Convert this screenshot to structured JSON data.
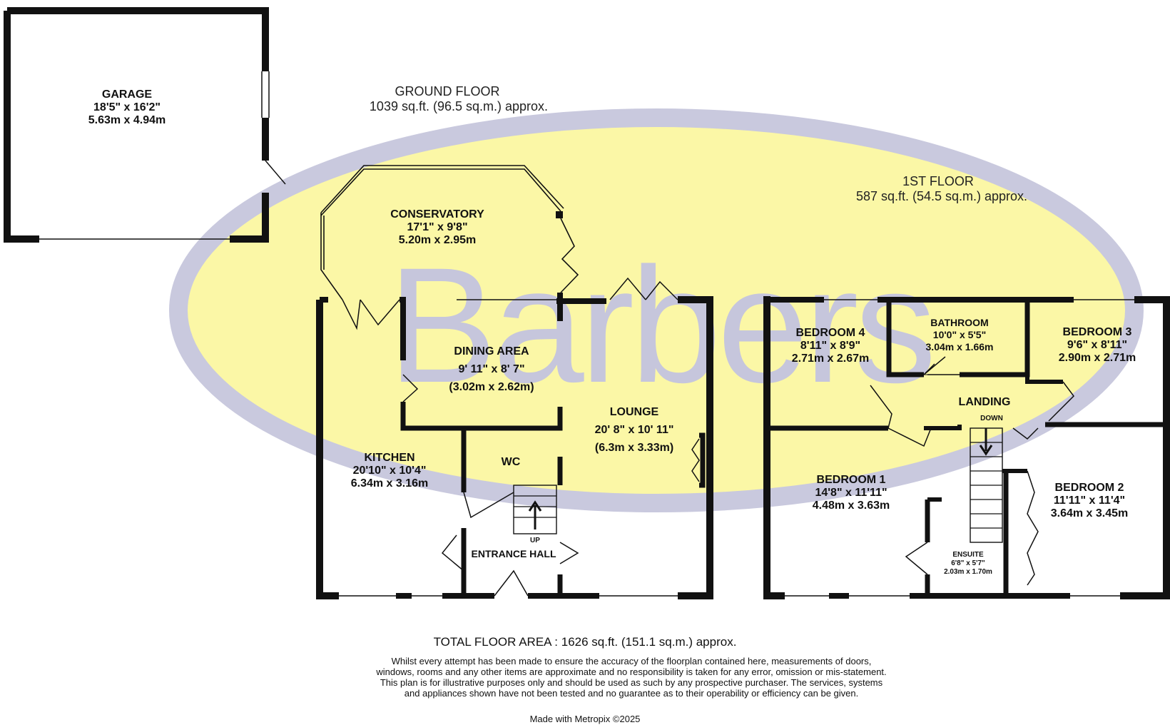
{
  "watermark": {
    "text": "Barbers",
    "ellipse_fill": "#fbf7a6",
    "ring_color": "#c9c9de",
    "text_color": "#c6c6dc"
  },
  "ground_floor": {
    "title": "GROUND FLOOR",
    "area": "1039 sq.ft. (96.5 sq.m.) approx.",
    "rooms": {
      "garage": {
        "name": "GARAGE",
        "imperial": "18'5\"  x 16'2\"",
        "metric": "5.63m  x 4.94m"
      },
      "conservatory": {
        "name": "CONSERVATORY",
        "imperial": "17'1\"  x 9'8\"",
        "metric": "5.20m  x 2.95m"
      },
      "dining": {
        "name": "DINING AREA",
        "imperial": "9' 11\" x 8' 7\"",
        "metric": "(3.02m x 2.62m)"
      },
      "lounge": {
        "name": "LOUNGE",
        "imperial": "20' 8\" x 10' 11\"",
        "metric": "(6.3m x 3.33m)"
      },
      "kitchen": {
        "name": "KITCHEN",
        "imperial": "20'10\"  x 10'4\"",
        "metric": "6.34m  x 3.16m"
      },
      "wc": {
        "name": "WC"
      },
      "hall": {
        "name": "ENTRANCE HALL",
        "stair_label": "UP"
      }
    }
  },
  "first_floor": {
    "title": "1ST FLOOR",
    "area": "587 sq.ft. (54.5 sq.m.) approx.",
    "rooms": {
      "bedroom4": {
        "name": "BEDROOM 4",
        "imperial": "8'11\"  x 8'9\"",
        "metric": "2.71m  x 2.67m"
      },
      "bathroom": {
        "name": "BATHROOM",
        "imperial": "10'0\"  x 5'5\"",
        "metric": "3.04m  x 1.66m"
      },
      "bedroom3": {
        "name": "BEDROOM 3",
        "imperial": "9'6\"  x 8'11\"",
        "metric": "2.90m  x 2.71m"
      },
      "landing": {
        "name": "LANDING",
        "stair_label": "DOWN"
      },
      "bedroom1": {
        "name": "BEDROOM 1",
        "imperial": "14'8\"  x 11'11\"",
        "metric": "4.48m  x 3.63m"
      },
      "bedroom2": {
        "name": "BEDROOM 2",
        "imperial": "11'11\"  x 11'4\"",
        "metric": "3.64m  x 3.45m"
      },
      "ensuite": {
        "name": "ENSUITE",
        "imperial": "6'8\"  x 5'7\"",
        "metric": "2.03m  x 1.70m"
      }
    }
  },
  "footer": {
    "total": "TOTAL FLOOR AREA : 1626 sq.ft. (151.1 sq.m.) approx.",
    "disclaimer": "Whilst every attempt has been made to ensure the accuracy of the floorplan contained here, measurements of doors, windows, rooms and any other items are approximate and no responsibility is taken for any error, omission or mis-statement. This plan is for illustrative purposes only and should be used as such by any prospective purchaser. The services, systems and appliances shown have not been tested and no guarantee as to their operability or efficiency can be given.",
    "made_with": "Made with Metropix ©2025"
  }
}
